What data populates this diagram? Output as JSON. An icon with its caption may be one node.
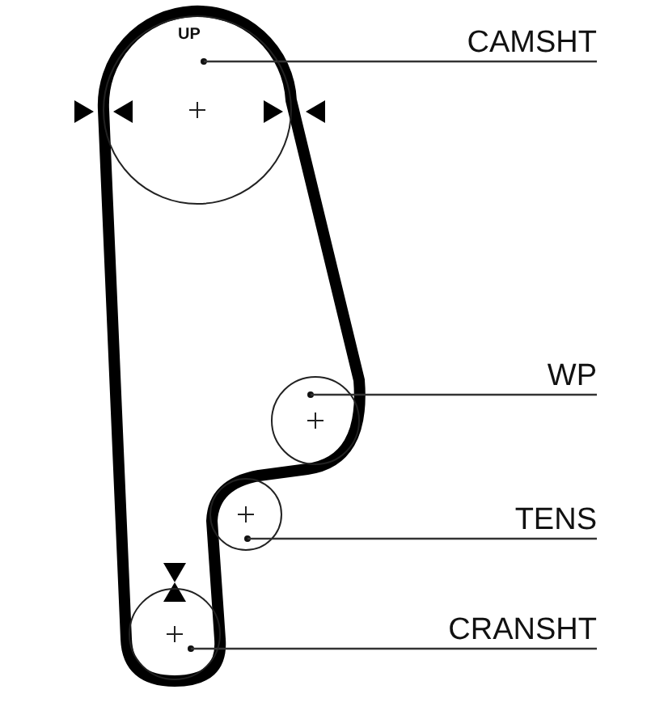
{
  "diagram": {
    "nodes": [
      {
        "text": [
          "CAMSHT"
        ]
      },
      {
        "text": [],
        "shape": "circle"
      },
      {
        "text": [
          "WP"
        ]
      },
      {
        "text": [],
        "shape": "circle"
      },
      {
        "text": [
          "TENS"
        ]
      },
      {
        "text": [],
        "shape": "circle"
      },
      {
        "text": [
          "CRANSHT"
        ]
      },
      {
        "text": [],
        "shape": "circle"
      }
    ],
    "edges": [
      {
        "from": 0,
        "to": 1,
        "arrow": "none"
      },
      {
        "from": 2,
        "to": 3,
        "arrow": "none"
      },
      {
        "from": 4,
        "to": 5,
        "arrow": "none"
      },
      {
        "from": 6,
        "to": 7,
        "arrow": "none"
      }
    ],
    "labels": [
      "UP"
    ]
  }
}
